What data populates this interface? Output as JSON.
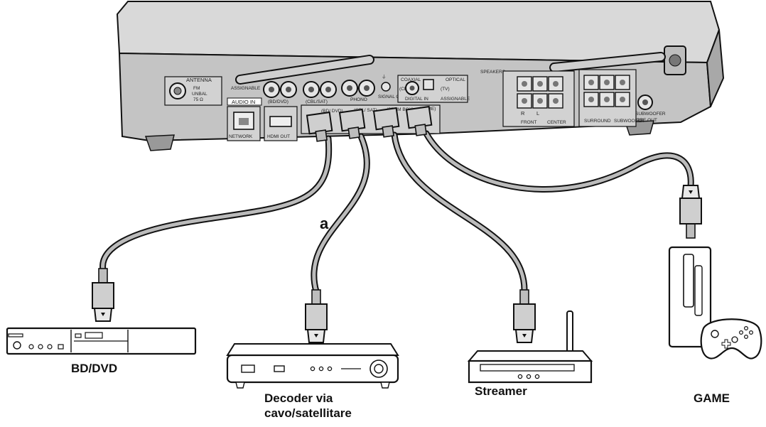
{
  "receiver": {
    "antenna": "ANTENNA",
    "fm_unbal": "FM",
    "fm_unbal_2": "UNBAL",
    "fm_ohm": "75 Ω",
    "assignable": "ASSIGNABLE",
    "audio_in": "AUDIO IN",
    "bd_dvd_audio": "(BD/DVD)",
    "cbl_sat_audio": "(CBL/SAT)",
    "phono": "PHONO",
    "signal_gnd": "SIGNAL GND",
    "coaxial": "COAXIAL",
    "cd": "(CD)",
    "optical": "OPTICAL",
    "tv": "(TV)",
    "digital_in": "DIGITAL IN",
    "assignable_2": "ASSIGNABLE",
    "speakers": "SPEAKERS",
    "front": "FRONT",
    "center": "CENTER",
    "surround": "SURROUND",
    "subwoofer": "SUBWOOFER",
    "subwoofer_pre": "SUBWOOFER",
    "pre_out": "PRE OUT",
    "network": "NETWORK",
    "hdmi_out": "HDMI OUT",
    "hdmi_in_1": "(BD/ DVD)",
    "hdmi_in_2": "(CBL/ SAT)",
    "hdmi_in_3": "(STRM BOX)",
    "hdmi_in_4": "(GAME)",
    "r": "R",
    "l": "L"
  },
  "callout": "a",
  "devices": [
    {
      "label": "BD/DVD"
    },
    {
      "label_line1": "Decoder via",
      "label_line2": "cavo/satellitare"
    },
    {
      "label": "Streamer"
    },
    {
      "label": "GAME"
    }
  ]
}
